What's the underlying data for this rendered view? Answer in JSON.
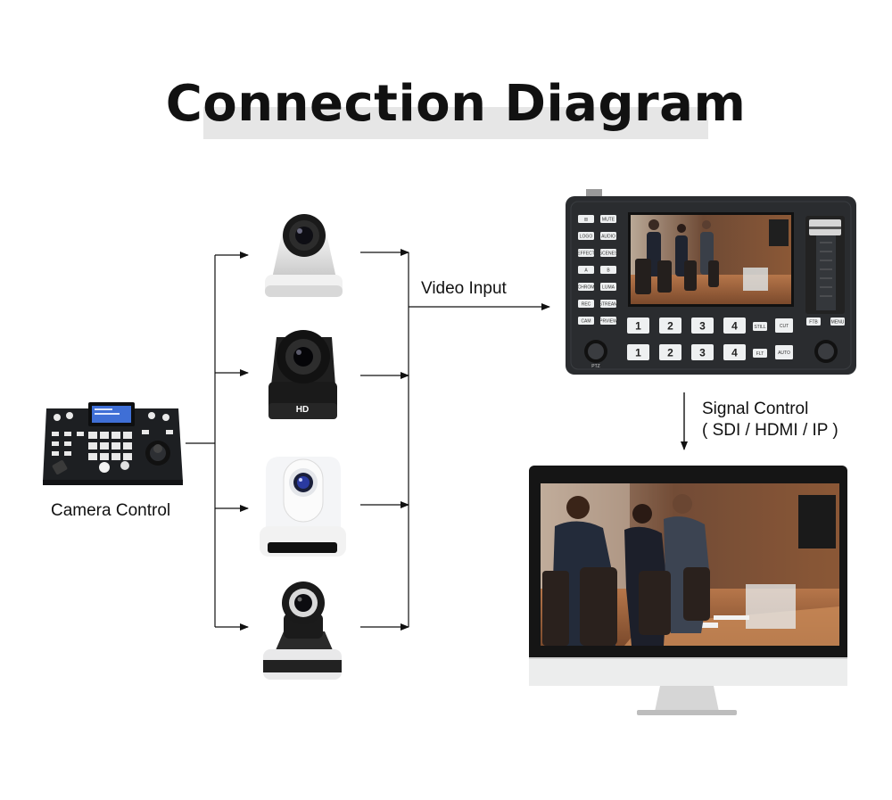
{
  "title": "Connection Diagram",
  "labels": {
    "camera_control": "Camera Control",
    "video_input": "Video Input",
    "signal_control_line1": "Signal Control",
    "signal_control_line2": "( SDI / HDMI / IP )"
  },
  "switcher": {
    "left_keys": [
      "⊞",
      "MUTE",
      "LOGO",
      "AUDIO",
      "EFFECT",
      "SCENES",
      "A",
      "B",
      "CHROM",
      "LUMA",
      "REC",
      "STREAM",
      "CAM",
      "PRVIEW"
    ],
    "row_buttons": [
      "1",
      "2",
      "3",
      "4"
    ],
    "side_keys": [
      "STILL",
      "CUT",
      "FLT",
      "AUTO",
      "FTB",
      "MENU"
    ],
    "ptz_label": "PTZ"
  },
  "cameras": [
    {
      "name": "white-ptz-camera"
    },
    {
      "name": "black-hd-camera",
      "badge": "HD"
    },
    {
      "name": "white-dome-camera"
    },
    {
      "name": "silver-ptz-camera"
    }
  ],
  "colors": {
    "device_dark": "#2a2c2f",
    "title_bar": "#e6e6e6",
    "camera_lens": "#2a3aa0",
    "wood": "#8a4a2a"
  }
}
